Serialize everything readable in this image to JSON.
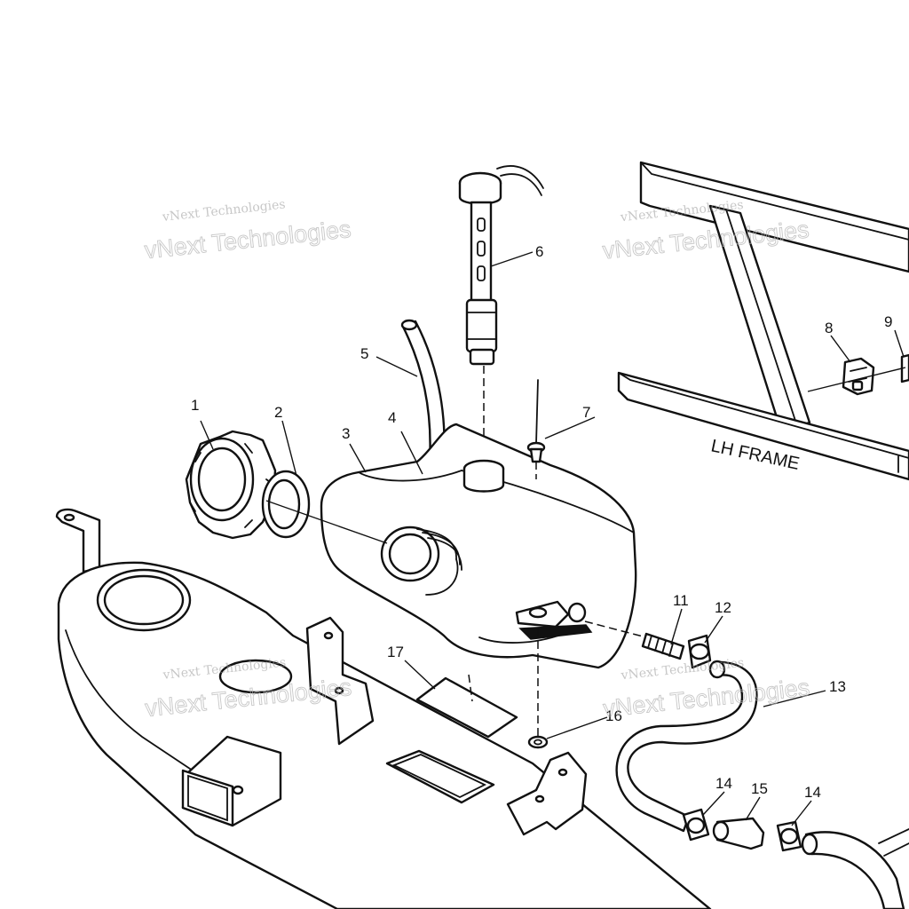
{
  "diagram": {
    "frame_label": "LH FRAME",
    "callouts": [
      {
        "id": "callout-1",
        "text": "1"
      },
      {
        "id": "callout-2",
        "text": "2"
      },
      {
        "id": "callout-3",
        "text": "3"
      },
      {
        "id": "callout-4",
        "text": "4"
      },
      {
        "id": "callout-5",
        "text": "5"
      },
      {
        "id": "callout-6",
        "text": "6"
      },
      {
        "id": "callout-7",
        "text": "7"
      },
      {
        "id": "callout-8",
        "text": "8"
      },
      {
        "id": "callout-9",
        "text": "9"
      },
      {
        "id": "callout-11",
        "text": "11"
      },
      {
        "id": "callout-12",
        "text": "12"
      },
      {
        "id": "callout-13",
        "text": "13"
      },
      {
        "id": "callout-14a",
        "text": "14"
      },
      {
        "id": "callout-14b",
        "text": "14"
      },
      {
        "id": "callout-15",
        "text": "15"
      },
      {
        "id": "callout-16",
        "text": "16"
      },
      {
        "id": "callout-17",
        "text": "17"
      }
    ],
    "watermark": {
      "line_small": "vNext Technologies",
      "line_big": "vNext Technologies"
    }
  }
}
